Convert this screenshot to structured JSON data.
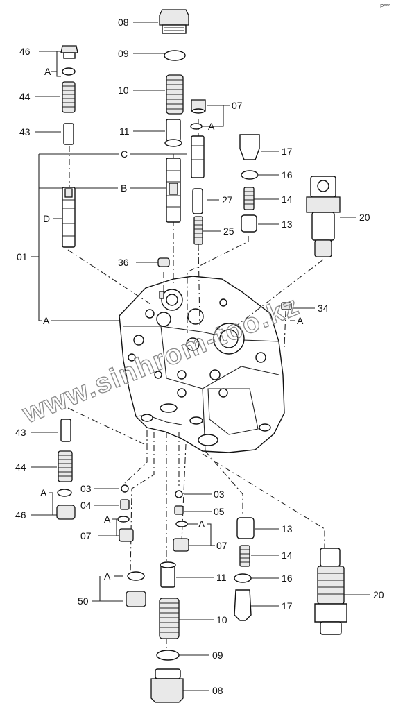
{
  "diagram": {
    "corner_mark": "P°°°",
    "watermark": "www.sinhrom-too.kz",
    "callouts": {
      "c08_top": "08",
      "c09_top": "09",
      "c10_top": "10",
      "c11_top": "11",
      "c46_top": "46",
      "a_46_top": "A",
      "c44_top": "44",
      "c43_top": "43",
      "c07_top": "07",
      "a_07_top": "A",
      "c_label": "C",
      "b_label": "B",
      "d_label": "D",
      "c01": "01",
      "a_01": "A",
      "c17_top": "17",
      "c16_top": "16",
      "c14_top": "14",
      "c27": "27",
      "c13_top": "13",
      "c25": "25",
      "c20_top": "20",
      "c36": "36",
      "c34": "34",
      "a_34": "A",
      "c43_bot": "43",
      "c44_bot": "44",
      "c03_left": "03",
      "c04": "04",
      "a_46_bot": "A",
      "c46_bot": "46",
      "a_07_bot_left": "A",
      "c07_bot_left": "07",
      "a_50": "A",
      "c50": "50",
      "c03_right": "03",
      "c05": "05",
      "a_07_bot_right": "A",
      "c07_bot_right": "07",
      "c13_bot": "13",
      "c14_bot": "14",
      "c11_bot": "11",
      "c16_bot": "16",
      "c17_bot": "17",
      "c20_bot": "20",
      "c10_bot": "10",
      "c09_bot": "09",
      "c08_bot": "08"
    }
  }
}
